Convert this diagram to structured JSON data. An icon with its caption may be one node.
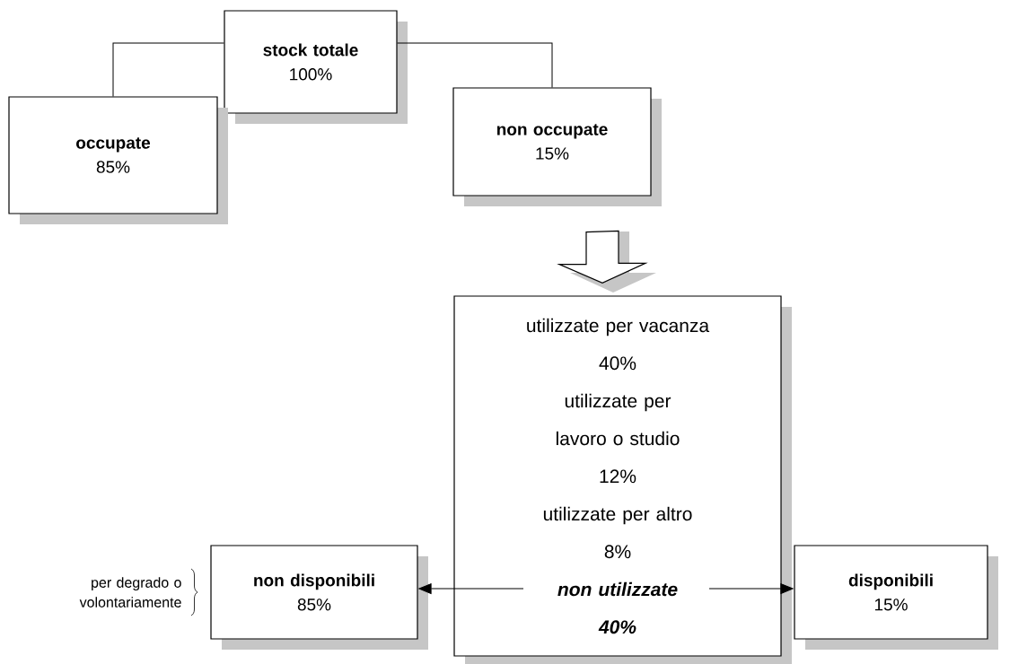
{
  "diagram": {
    "nodes": [
      {
        "text": [
          "stock totale",
          "100%"
        ]
      },
      {
        "text": [
          "occupate",
          "85%"
        ]
      },
      {
        "text": [
          "non occupate",
          "15%"
        ]
      },
      {
        "text": [
          "utilizzate per vacanza",
          "40%",
          "utilizzate per lavoro o studio",
          "12%",
          "utilizzate per altro",
          "8%",
          "non utilizzate",
          "40%"
        ]
      },
      {
        "text": [
          "non disponibili",
          "85%"
        ],
        "beside": [
          "per degrado o volontariamente"
        ]
      },
      {
        "text": [
          "disponibili",
          "15%"
        ]
      }
    ],
    "edges": [
      {
        "from": 0,
        "to": 1,
        "arrow": "none"
      },
      {
        "from": 0,
        "to": 2,
        "arrow": "none"
      },
      {
        "from": 2,
        "to": 3,
        "arrow": "to",
        "style": "thick"
      },
      {
        "from": 3,
        "to": 4,
        "arrow": "to"
      },
      {
        "from": 3,
        "to": 5,
        "arrow": "to"
      }
    ]
  }
}
